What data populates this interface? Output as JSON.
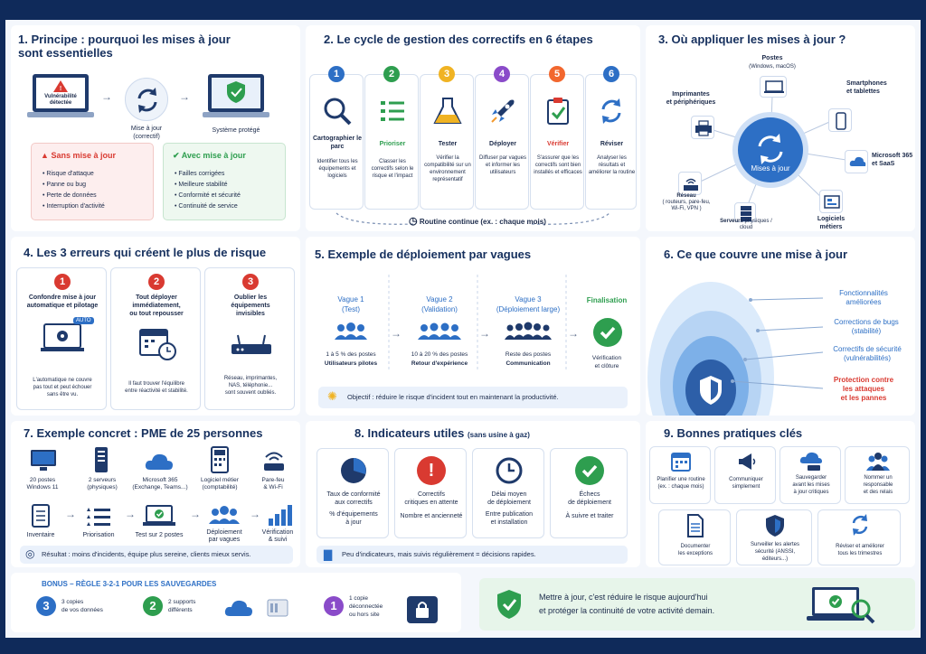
{
  "colors": {
    "navy": "#16305e",
    "blue": "#2d6fc5",
    "green": "#2e9e4f",
    "red": "#d93a31",
    "orange": "#f29a2e",
    "purple": "#8a4bc9",
    "yellow": "#f0b323"
  },
  "s1": {
    "title1": "1. Principe : pourquoi les mises à jour",
    "title2": "sont essentielles",
    "vuln1": "Vulnérabilité",
    "vuln2": "détectée",
    "maj1": "Mise à jour",
    "maj2": "(correctif)",
    "protected": "Système protégé",
    "without_title": "Sans mise à jour",
    "without": [
      "Risque d'attaque",
      "Panne ou bug",
      "Perte de données",
      "Interruption d'activité"
    ],
    "with_title": "Avec mise à jour",
    "with": [
      "Failles corrigées",
      "Meilleure stabilité",
      "Conformité et sécurité",
      "Continuité de service"
    ]
  },
  "s2": {
    "title": "2. Le cycle de gestion des correctifs en 6 étapes",
    "steps": [
      {
        "n": "1",
        "name": "Cartographier le parc",
        "desc": "Identifier tous les équipements et logiciels"
      },
      {
        "n": "2",
        "name": "Prioriser",
        "desc": "Classer les correctifs selon le risque et l'impact"
      },
      {
        "n": "3",
        "name": "Tester",
        "desc": "Vérifier la compatibilité sur un environnement représentatif"
      },
      {
        "n": "4",
        "name": "Déployer",
        "desc": "Diffuser par vagues et informer les utilisateurs"
      },
      {
        "n": "5",
        "name": "Vérifier",
        "desc": "S'assurer que les correctifs sont bien installés et efficaces"
      },
      {
        "n": "6",
        "name": "Réviser",
        "desc": "Analyser les résultats et améliorer la routine"
      }
    ],
    "routine": "Routine continue (ex. : chaque mois)"
  },
  "s3": {
    "title": "3. Où appliquer les mises à jour ?",
    "center": "Mises à jour",
    "postes": "Postes",
    "postes2": "(Windows, macOS)",
    "smart": "Smartphones",
    "smart2": "et tablettes",
    "ms": "Microsoft 365",
    "ms2": "et SaaS",
    "log": "Logiciels",
    "log2": "métiers",
    "serv": "Serveurs",
    "serv2": "physiques / cloud",
    "res": "Réseau",
    "res2": "( routeurs, pare-feu,",
    "res3": "Wi-Fi, VPN )",
    "imp": "Imprimantes",
    "imp2": "et périphériques"
  },
  "s4": {
    "title": "4. Les  3 erreurs qui créent le plus de risque",
    "auto": "AUTO",
    "errors": [
      {
        "n": "1",
        "t1": "Confondre mise à jour",
        "t2": "automatique et pilotage",
        "d": [
          "L'automatique ne couvre",
          "pas tout et peut échouer",
          "sans être vu."
        ]
      },
      {
        "n": "2",
        "t1": "Tout déployer",
        "t2": "immédiatement,",
        "t3": "ou tout repousser",
        "d": [
          "Il faut trouver l'équilibre",
          "entre réactivité et stabilité."
        ]
      },
      {
        "n": "3",
        "t1": "Oublier les",
        "t2": "équipements",
        "t3": "invisibles",
        "d": [
          "Réseau, imprimantes,",
          "NAS, téléphonie...",
          "sont souvent oubliés."
        ]
      }
    ]
  },
  "s5": {
    "title": "5. Exemple de déploiement par vagues",
    "waves": [
      {
        "h1": "Vague 1",
        "h2": "(Test)",
        "d1": "1 à 5 % des postes",
        "d2": "Utilisateurs pilotes"
      },
      {
        "h1": "Vague 2",
        "h2": "(Validation)",
        "d1": "10 à 20 % des postes",
        "d2": "Retour d'expérience"
      },
      {
        "h1": "Vague 3",
        "h2": "(Déploiement large)",
        "d1": "Reste des postes",
        "d2": "Communication"
      }
    ],
    "final": "Finalisation",
    "final_d1": "Vérification",
    "final_d2": "et clôture",
    "objective": "Objectif : réduire le risque d'incident tout en maintenant la productivité."
  },
  "s6": {
    "title": "6. Ce que couvre une mise à jour",
    "layers": [
      {
        "a": "Fonctionnalités",
        "b": "améliorées",
        "c": "blue"
      },
      {
        "a": "Corrections de bugs",
        "b": "(stabilité)",
        "c": "blue"
      },
      {
        "a": "Correctifs de sécurité",
        "b": "(vulnérabilités)",
        "c": "blue"
      },
      {
        "a": "Protection contre",
        "b": "les attaques",
        "b2": "et les pannes",
        "c": "red"
      }
    ]
  },
  "s7": {
    "title": "7. Exemple concret : PME de 25 personnes",
    "items": [
      {
        "a": "20 postes",
        "b": "Windows 11"
      },
      {
        "a": "2 serveurs",
        "b": "(physiques)"
      },
      {
        "a": "Microsoft 365",
        "b": "(Exchange, Teams...)"
      },
      {
        "a": "Logiciel métier",
        "b": "(comptabilité)"
      },
      {
        "a": "Pare-feu",
        "b": "& Wi-Fi"
      }
    ],
    "flow": [
      "Inventaire",
      "Priorisation",
      "Test sur 2 postes",
      "Déploiement",
      "par vagues",
      "Vérification",
      "& suivi"
    ],
    "result": "Résultat : moins d'incidents, équipe plus sereine, clients mieux servis."
  },
  "s8": {
    "title": "8. Indicateurs utiles",
    "subtitle": "(sans usine à gaz)",
    "cards": [
      {
        "a": "Taux de conformité",
        "b": "aux correctifs",
        "c": "% d'équipements",
        "d": "à jour"
      },
      {
        "a": "Correctifs",
        "b": "critiques en attente",
        "c": "Nombre et ancienneté",
        "d": ""
      },
      {
        "a": "Délai moyen",
        "b": "de déploiement",
        "c": "Entre publication",
        "d": "et installation"
      },
      {
        "a": "Échecs",
        "b": "de déploiement",
        "c": "À suivre et traiter",
        "d": ""
      }
    ],
    "note": "Peu d'indicateurs, mais suivis régulièrement = décisions rapides."
  },
  "s9": {
    "title": "9. Bonnes pratiques clés",
    "row1": [
      {
        "a": "Planifier une routine",
        "b": "(ex. : chaque mois)",
        "c": ""
      },
      {
        "a": "Communiquer",
        "b": "simplement",
        "c": ""
      },
      {
        "a": "Sauvegarder",
        "b": "avant les mises",
        "c": "à jour critiques"
      },
      {
        "a": "Nommer un",
        "b": "responsable",
        "c": "et des relais"
      }
    ],
    "row2": [
      {
        "a": "Documenter",
        "b": "les exceptions",
        "c": ""
      },
      {
        "a": "Surveiller les alertes",
        "b": "sécurité (ANSSI,",
        "c": "éditeurs...)"
      },
      {
        "a": "Réviser et améliorer",
        "b": "tous les trimestres",
        "c": ""
      }
    ]
  },
  "bonus": {
    "title": "BONUS – RÈGLE 3-2-1 POUR LES SAUVEGARDES",
    "i1n": "3",
    "i1a": "3 copies",
    "i1b": "de vos données",
    "i2n": "2",
    "i2a": "2 supports",
    "i2b": "différents",
    "i3n": "1",
    "i3a": "1 copie",
    "i3b": "déconnectée",
    "i3c": "ou hors site"
  },
  "footer": {
    "l1": "Mettre à jour, c'est réduire le risque aujourd'hui",
    "l2": "et protéger la continuité de votre activité demain."
  }
}
